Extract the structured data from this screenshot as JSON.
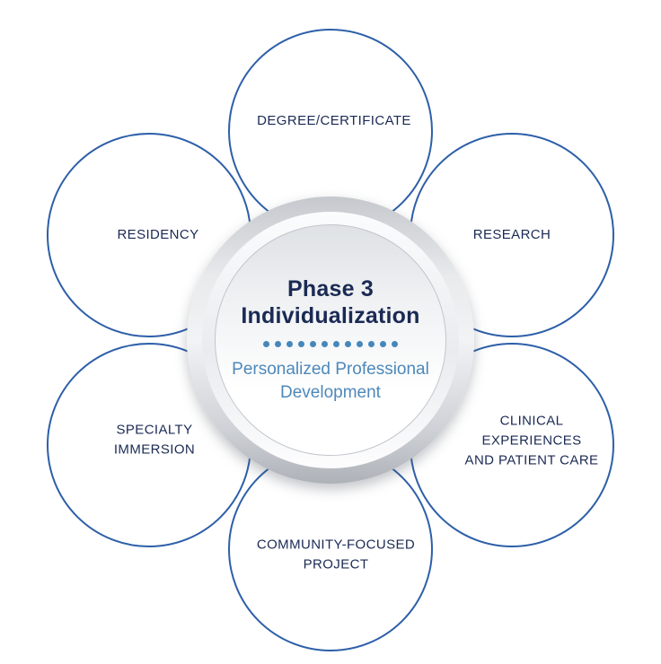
{
  "diagram": {
    "center": {
      "title_line1": "Phase 3",
      "title_line2": "Individualization",
      "subtitle": "Personalized Professional Development",
      "dots_count": 12
    },
    "nodes": [
      {
        "id": "degree-certificate",
        "position": "top",
        "lines": [
          "DEGREE/CERTIFICATE"
        ]
      },
      {
        "id": "research",
        "position": "top-right",
        "lines": [
          "RESEARCH"
        ]
      },
      {
        "id": "clinical-experiences-and-patient-care",
        "position": "bottom-right",
        "lines": [
          "CLINICAL",
          "EXPERIENCES",
          "AND PATIENT CARE"
        ]
      },
      {
        "id": "community-focused-project",
        "position": "bottom",
        "lines": [
          "COMMUNITY-FOCUSED",
          "PROJECT"
        ]
      },
      {
        "id": "specialty-immersion",
        "position": "bottom-left",
        "lines": [
          "SPECIALTY",
          "IMMERSION"
        ]
      },
      {
        "id": "residency",
        "position": "top-left",
        "lines": [
          "RESIDENCY"
        ]
      }
    ],
    "colors": {
      "circle_stroke": "#2d5fa8",
      "navy_text": "#1b2a54",
      "steel_blue_text": "#4e88ba",
      "dot_color": "#4687bb",
      "rim_silver_light": "#f2f3f5",
      "rim_silver_dark": "#aeb2b8",
      "background": "#ffffff"
    }
  }
}
